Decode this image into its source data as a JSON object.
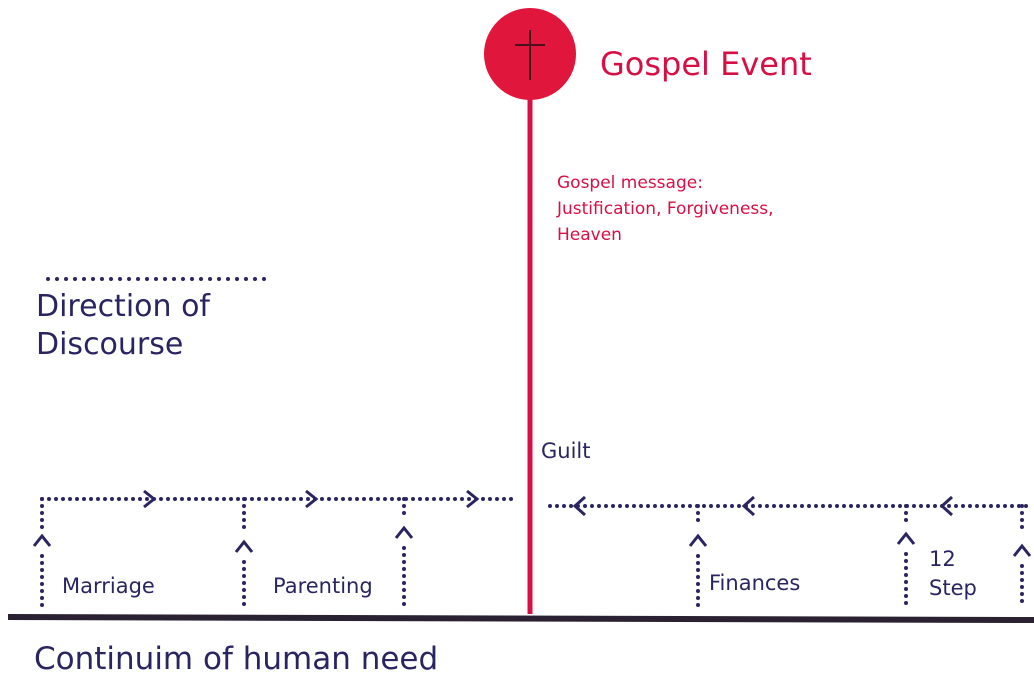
{
  "gospel": {
    "event_label": "Gospel Event",
    "message_lines": [
      "Gospel message:",
      "Justification, Forgiveness,",
      "Heaven"
    ],
    "cross_icon": "cross-icon"
  },
  "legend": {
    "line1": "Direction of",
    "line2": "Discourse"
  },
  "guilt_label": "Guilt",
  "needs": {
    "left": [
      "Marriage",
      "Parenting"
    ],
    "right": [
      "Finances"
    ],
    "right_multiline": [
      "12",
      "Step"
    ]
  },
  "axis_label": "Continuim of human need",
  "colors": {
    "red": "#d80f45",
    "navy": "#2a2561",
    "baseline": "#2a2233"
  }
}
